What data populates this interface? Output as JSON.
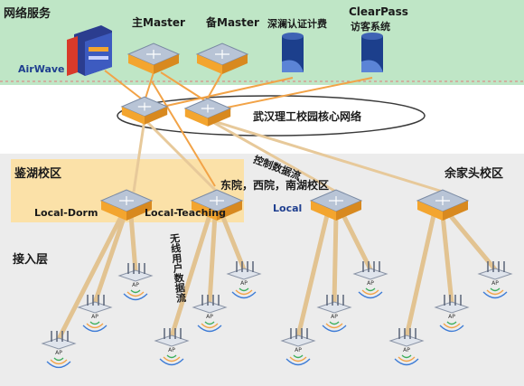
{
  "zones": {
    "services": "网络服务",
    "jianhu": "鉴湖校区",
    "yujiatou": "余家头校区",
    "access": "接入层"
  },
  "services": {
    "airwave": "AirWave",
    "main_master": "主Master",
    "backup_master": "备Master",
    "shenlan": "深澜认证计费",
    "clearpass_line1": "ClearPass",
    "clearpass_line2": "访客系统"
  },
  "core": {
    "label": "武汉理工校园核心网络"
  },
  "locals": {
    "dorm": "Local-Dorm",
    "teaching": "Local-Teaching",
    "east_west_south": "东院，西院，南湖校区",
    "local": "Local"
  },
  "flows": {
    "control": "控制数据流",
    "wireless": "无线用户数据流"
  },
  "ap_label": "AP",
  "colors": {
    "services_bg": "#bfe6c6",
    "campus_bg": "#fbe6b8",
    "gray_band": "#e6e6e6",
    "link": "#e7c99a",
    "orange_link": "#f2a347",
    "switch_top": "#b8c4d6",
    "switch_base": "#f3a52f",
    "db_blue": "#1c3f8c"
  }
}
